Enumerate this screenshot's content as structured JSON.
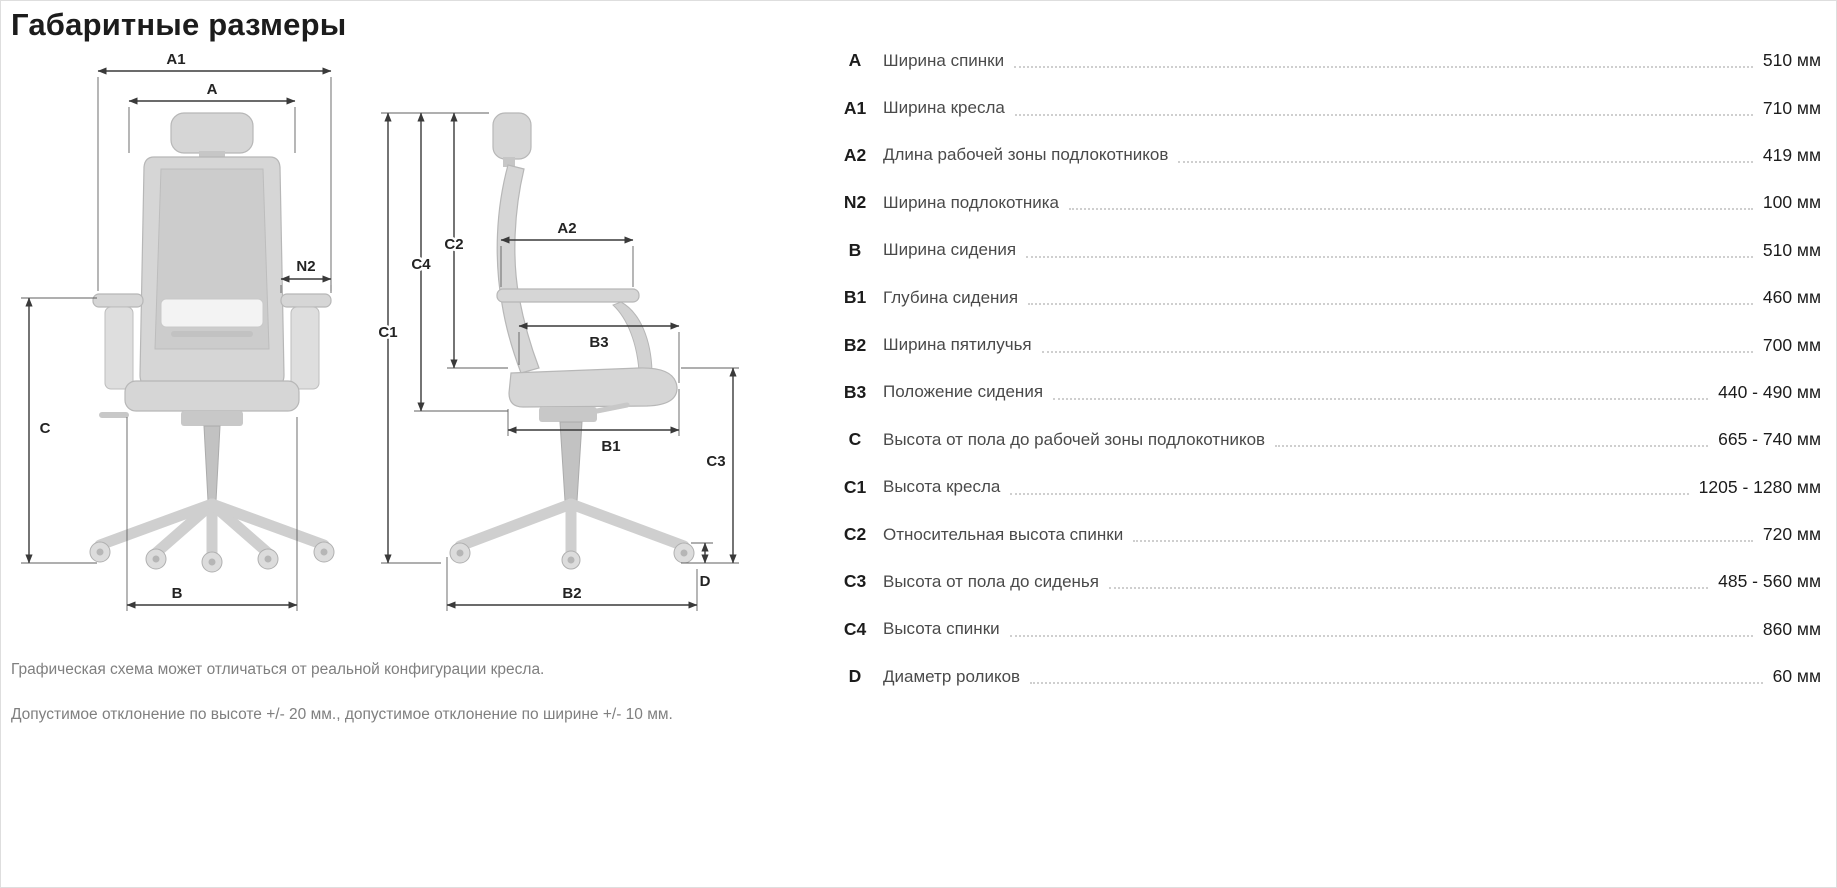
{
  "page": {
    "title": "Габаритные размеры",
    "notes": [
      "Графическая схема может отличаться от реальной конфигурации кресла.",
      "Допустимое отклонение по высоте +/- 20 мм., допустимое отклонение по ширине +/- 10 мм."
    ]
  },
  "diagram": {
    "labels": {
      "A": "A",
      "A1": "A1",
      "A2": "A2",
      "N2": "N2",
      "B": "B",
      "B1": "B1",
      "B2": "B2",
      "B3": "B3",
      "C": "C",
      "C1": "C1",
      "C2": "C2",
      "C3": "C3",
      "C4": "C4",
      "D": "D"
    }
  },
  "specs": [
    {
      "code": "A",
      "label": "Ширина спинки",
      "value": "510 мм"
    },
    {
      "code": "A1",
      "label": "Ширина кресла",
      "value": "710 мм"
    },
    {
      "code": "A2",
      "label": "Длина рабочей зоны подлокотников",
      "value": "419 мм"
    },
    {
      "code": "N2",
      "label": "Ширина подлокотника",
      "value": "100 мм"
    },
    {
      "code": "B",
      "label": "Ширина сидения",
      "value": "510 мм"
    },
    {
      "code": "B1",
      "label": "Глубина сидения",
      "value": "460 мм"
    },
    {
      "code": "B2",
      "label": "Ширина пятилучья",
      "value": "700 мм"
    },
    {
      "code": "B3",
      "label": "Положение сидения",
      "value": "440 - 490 мм"
    },
    {
      "code": "C",
      "label": "Высота от пола до рабочей зоны подлокотников",
      "value": "665 - 740 мм"
    },
    {
      "code": "C1",
      "label": "Высота кресла",
      "value": "1205 - 1280 мм"
    },
    {
      "code": "C2",
      "label": "Относительная высота спинки",
      "value": "720 мм"
    },
    {
      "code": "C3",
      "label": "Высота от пола до сиденья",
      "value": "485 - 560 мм"
    },
    {
      "code": "C4",
      "label": "Высота спинки",
      "value": "860 мм"
    },
    {
      "code": "D",
      "label": "Диаметр роликов",
      "value": "60 мм"
    }
  ]
}
